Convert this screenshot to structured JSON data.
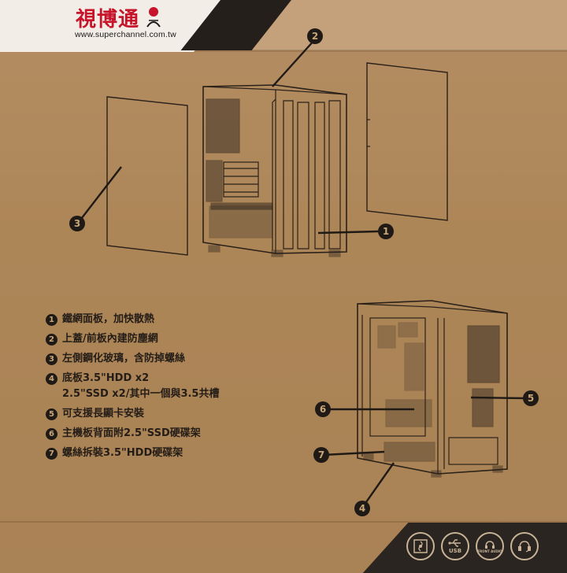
{
  "brand": {
    "name": "視博通",
    "url": "www.superchannel.com.tw"
  },
  "colors": {
    "cardboard": "#ad8658",
    "brand_red": "#c7142b",
    "ink": "#1f1a16"
  },
  "features": [
    {
      "num": "1",
      "text": "鐵網面板，加快散熱"
    },
    {
      "num": "2",
      "text": "上蓋/前板內建防塵網"
    },
    {
      "num": "3",
      "text": "左側鋼化玻璃，含防掉螺絲"
    },
    {
      "num": "4",
      "text": "底板3.5\"HDD x2",
      "sub": "2.5\"SSD x2/其中一個與3.5共槽"
    },
    {
      "num": "5",
      "text": "可支援長顯卡安裝"
    },
    {
      "num": "6",
      "text": "主機板背面附2.5\"SSD硬碟架"
    },
    {
      "num": "7",
      "text": "螺絲拆裝3.5\"HDD硬碟架"
    }
  ],
  "callouts": {
    "c1": "1",
    "c2": "2",
    "c3": "3",
    "c4": "4",
    "c5": "5",
    "c6": "6",
    "c7": "7"
  },
  "port_icons": [
    {
      "icon": "fan-icon",
      "label": ""
    },
    {
      "icon": "usb-icon",
      "label": "USB"
    },
    {
      "icon": "audio-icon",
      "label": "FRONT AUDIO"
    },
    {
      "icon": "headset-icon",
      "label": ""
    }
  ]
}
